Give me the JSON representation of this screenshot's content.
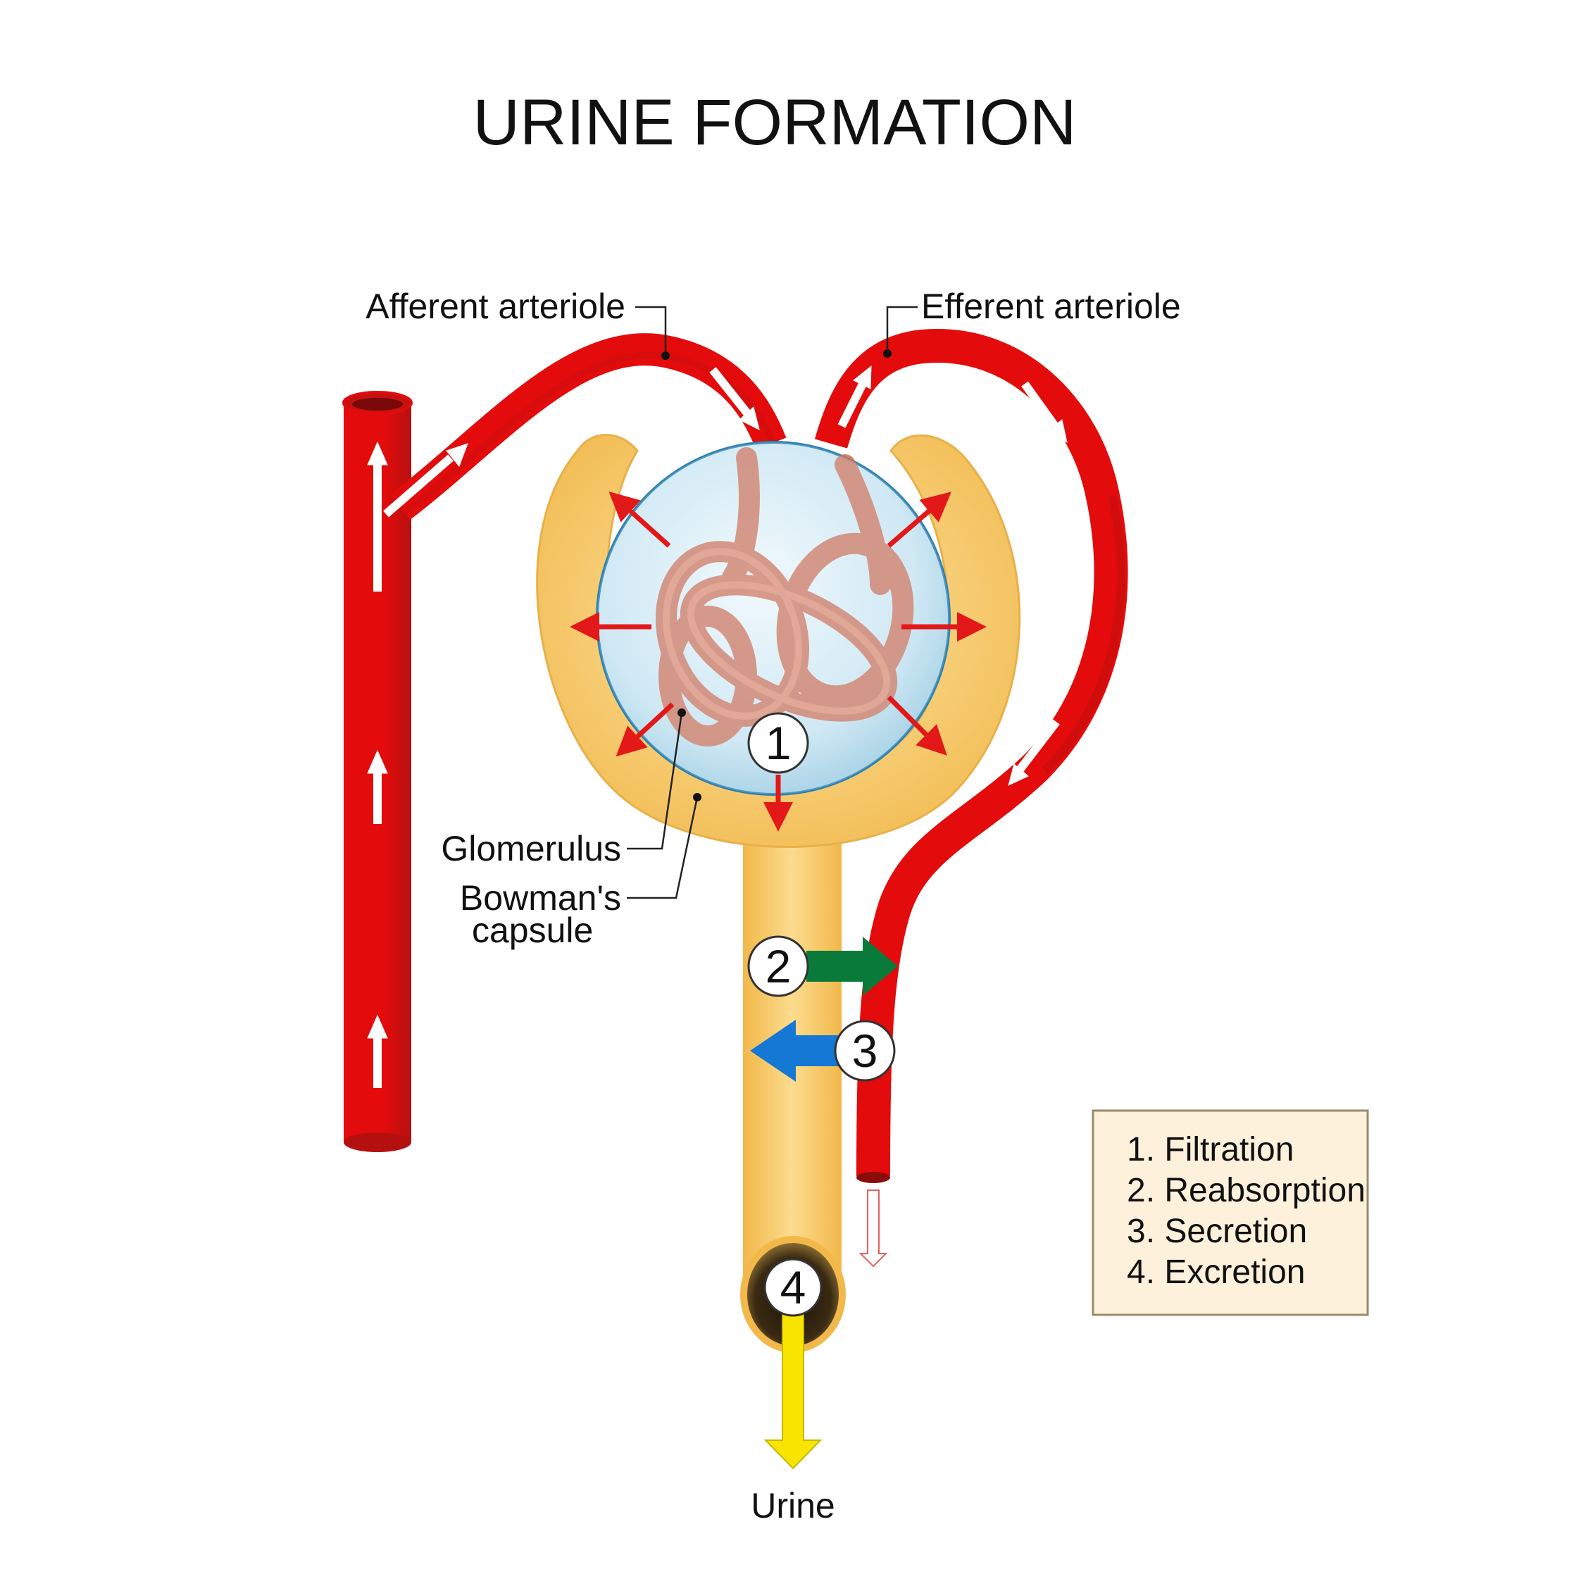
{
  "title": "URINE FORMATION",
  "labels": {
    "afferent": "Afferent arteriole",
    "efferent": "Efferent arteriole",
    "glomerulus": "Glomerulus",
    "bowmans_line1": "Bowman's",
    "bowmans_line2": "capsule",
    "urine": "Urine"
  },
  "markers": [
    "1",
    "2",
    "3",
    "4"
  ],
  "legend": [
    "1. Filtration",
    "2. Reabsorption",
    "3. Secretion",
    "4. Excretion"
  ],
  "colors": {
    "vessel": "#e30b0b",
    "vessel_dark": "#b01010",
    "capsule": "#f5c55a",
    "glomerulus_ball": "#cfe9f5",
    "filtration_arrow": "#e31818",
    "reabsorption_arrow": "#0a7a3a",
    "secretion_arrow": "#1478d4",
    "excretion_arrow": "#f7e400",
    "legend_bg": "#fdf1dc"
  }
}
